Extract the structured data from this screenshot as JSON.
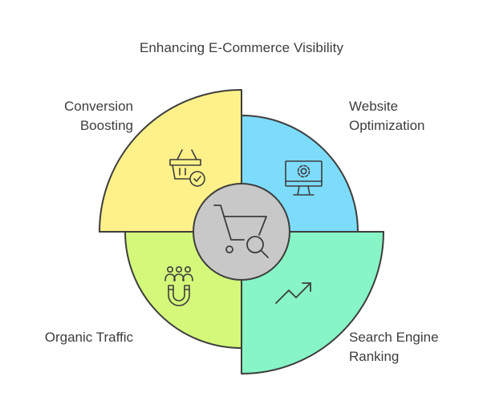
{
  "title": "Enhancing E-Commerce Visibility",
  "quadrants": [
    {
      "id": "conversion",
      "lines": [
        "Conversion",
        "Boosting"
      ],
      "color": "#fff18a",
      "icon": "shopping-basket-check-icon"
    },
    {
      "id": "website",
      "lines": [
        "Website",
        "Optimization"
      ],
      "color": "#7ddcfb",
      "icon": "monitor-gear-icon"
    },
    {
      "id": "organic",
      "lines": [
        "Organic Traffic"
      ],
      "color": "#d4f87a",
      "icon": "people-magnet-icon"
    },
    {
      "id": "search",
      "lines": [
        "Search Engine",
        "Ranking"
      ],
      "color": "#87f5c6",
      "icon": "trending-up-icon"
    }
  ],
  "center": {
    "color": "#c8c8c8",
    "icon": "cart-search-icon"
  },
  "stroke_color": "#3d3d3d"
}
